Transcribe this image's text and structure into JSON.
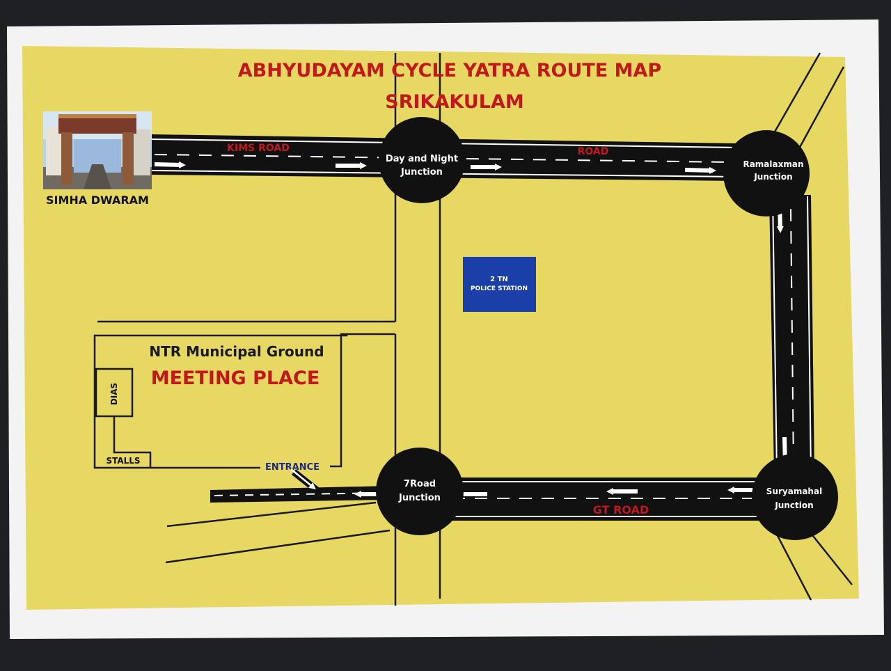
{
  "title": {
    "line1": "ABHYUDAYAM  CYCLE YATRA ROUTE MAP",
    "line2": "SRIKAKULAM"
  },
  "start": {
    "label": "SIMHA DWARAM"
  },
  "roads": {
    "kims": "KIMS ROAD",
    "road": "ROAD",
    "gt": "GT ROAD"
  },
  "junctions": {
    "day_night": [
      "Day and Night",
      "Junction"
    ],
    "ramalaxman": [
      "Ramalaxman",
      "Junction"
    ],
    "suryamahal": [
      "Suryamahal",
      "Junction"
    ],
    "seven_road": [
      "7Road",
      "Junction"
    ]
  },
  "police": [
    "2 TN",
    "POLICE STATION"
  ],
  "ground": {
    "name": "NTR Municipal Ground",
    "meeting": "MEETING PLACE",
    "dias": "DIAS",
    "stalls": "STALLS",
    "entrance": "ENTRANCE"
  },
  "colors": {
    "paper": "#e6d862",
    "road": "#111111",
    "title_red": "#c0181b",
    "police_blue": "#1a3fa8",
    "entrance_blue": "#1c2a8a"
  }
}
